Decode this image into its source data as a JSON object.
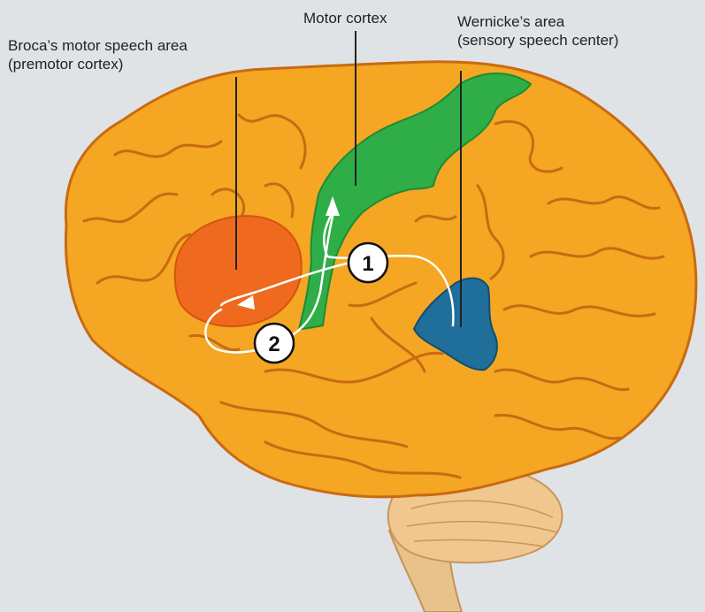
{
  "labels": {
    "broca_line1": "Broca’s motor speech area",
    "broca_line2": "(premotor cortex)",
    "motor": "Motor cortex",
    "wernicke_line1": "Wernicke’s area",
    "wernicke_line2": "(sensory speech center)"
  },
  "steps": [
    "1",
    "2"
  ],
  "colors": {
    "background": "#dfe3e6",
    "cortex": "#f5a623",
    "cortex_dark": "#c96a12",
    "motor_cortex": "#2fae48",
    "broca_area": "#ef6a1e",
    "wernicke_area": "#1f6f9a",
    "pathway": "#ffffff"
  }
}
